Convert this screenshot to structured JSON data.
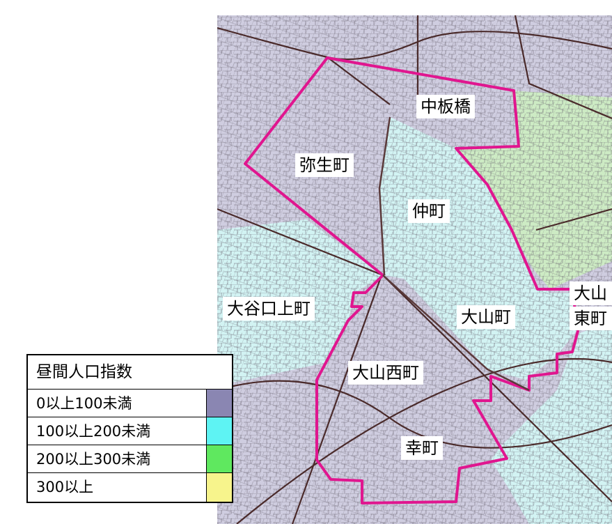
{
  "legend": {
    "title": "昼間人口指数",
    "items": [
      {
        "label": "0以上100未満",
        "color": "#8a86b2"
      },
      {
        "label": "100以上200未満",
        "color": "#5ef3f3"
      },
      {
        "label": "200以上300未満",
        "color": "#5fe85f"
      },
      {
        "label": "300以上",
        "color": "#f7f48c"
      }
    ]
  },
  "districts": {
    "nakaitabashi": "中板橋",
    "yayoicho": "弥生町",
    "nakacho": "仲町",
    "oyaguchikamicho": "大谷口上町",
    "oyamacho": "大山町",
    "oyamahigashicho_line1": "大山",
    "oyamahigashicho_line2": "東町",
    "oyamanishicho": "大山西町",
    "saiwaicho": "幸町"
  },
  "colors": {
    "area_low": "#cfcde0",
    "area_mid": "#d2f3f3",
    "area_high": "#cdebc4",
    "boundary": "#e0168f",
    "road": "#5a3a3a"
  }
}
